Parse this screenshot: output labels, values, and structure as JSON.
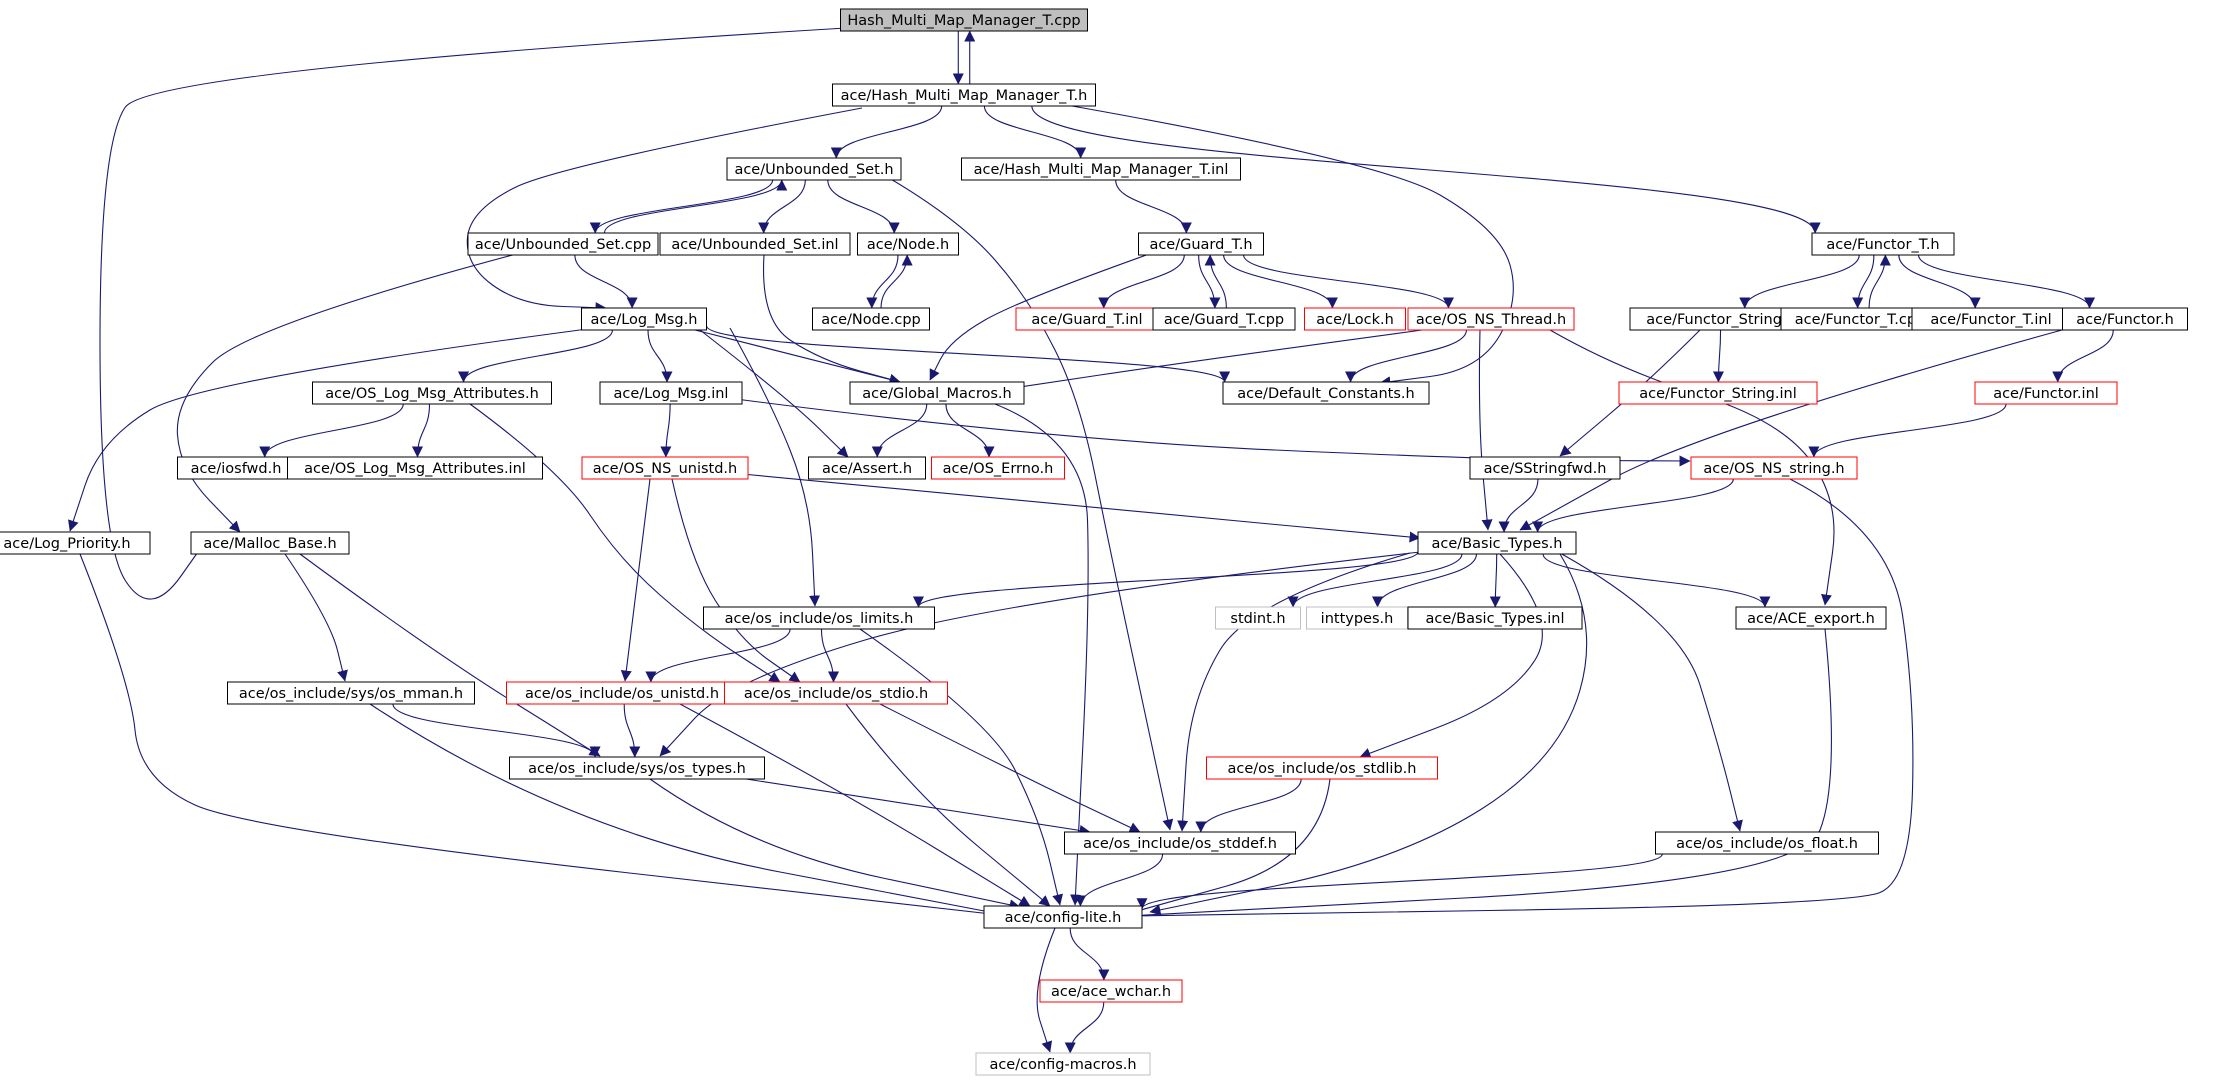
{
  "diagram": {
    "colors": {
      "edge": "#191970",
      "box_default": "#000000",
      "box_truncated": "#ff0000",
      "box_leaf": "#bfbfbf",
      "box_root_fill": "#bfbfbf",
      "background": "#ffffff"
    },
    "nodes": [
      {
        "id": "root",
        "label": "Hash_Multi_Map_Manager_T.cpp",
        "style": "root"
      },
      {
        "id": "hmmmt_h",
        "label": "ace/Hash_Multi_Map_Manager_T.h",
        "style": "default"
      },
      {
        "id": "unbounded_set_h",
        "label": "ace/Unbounded_Set.h",
        "style": "default"
      },
      {
        "id": "hmmmt_inl",
        "label": "ace/Hash_Multi_Map_Manager_T.inl",
        "style": "default"
      },
      {
        "id": "functor_t_h",
        "label": "ace/Functor_T.h",
        "style": "default"
      },
      {
        "id": "unbounded_set_cpp",
        "label": "ace/Unbounded_Set.cpp",
        "style": "default"
      },
      {
        "id": "unbounded_set_inl",
        "label": "ace/Unbounded_Set.inl",
        "style": "default"
      },
      {
        "id": "node_h",
        "label": "ace/Node.h",
        "style": "default"
      },
      {
        "id": "guard_t_h",
        "label": "ace/Guard_T.h",
        "style": "default"
      },
      {
        "id": "node_cpp",
        "label": "ace/Node.cpp",
        "style": "default"
      },
      {
        "id": "log_msg_h",
        "label": "ace/Log_Msg.h",
        "style": "default"
      },
      {
        "id": "guard_t_inl",
        "label": "ace/Guard_T.inl",
        "style": "truncated"
      },
      {
        "id": "guard_t_cpp",
        "label": "ace/Guard_T.cpp",
        "style": "default"
      },
      {
        "id": "lock_h",
        "label": "ace/Lock.h",
        "style": "truncated"
      },
      {
        "id": "os_ns_thread_h",
        "label": "ace/OS_NS_Thread.h",
        "style": "truncated"
      },
      {
        "id": "functor_string_h",
        "label": "ace/Functor_String.h",
        "style": "default"
      },
      {
        "id": "functor_t_cpp",
        "label": "ace/Functor_T.cpp",
        "style": "default"
      },
      {
        "id": "functor_t_inl",
        "label": "ace/Functor_T.inl",
        "style": "default"
      },
      {
        "id": "functor_h",
        "label": "ace/Functor.h",
        "style": "default"
      },
      {
        "id": "os_log_msg_attr_h",
        "label": "ace/OS_Log_Msg_Attributes.h",
        "style": "default"
      },
      {
        "id": "global_macros_h",
        "label": "ace/Global_Macros.h",
        "style": "default"
      },
      {
        "id": "default_constants_h",
        "label": "ace/Default_Constants.h",
        "style": "default"
      },
      {
        "id": "functor_string_inl",
        "label": "ace/Functor_String.inl",
        "style": "truncated"
      },
      {
        "id": "functor_inl",
        "label": "ace/Functor.inl",
        "style": "truncated"
      },
      {
        "id": "log_msg_inl",
        "label": "ace/Log_Msg.inl",
        "style": "default"
      },
      {
        "id": "iosfwd_h",
        "label": "ace/iosfwd.h",
        "style": "default"
      },
      {
        "id": "os_log_msg_attr_inl",
        "label": "ace/OS_Log_Msg_Attributes.inl",
        "style": "default"
      },
      {
        "id": "os_ns_unistd_h",
        "label": "ace/OS_NS_unistd.h",
        "style": "truncated"
      },
      {
        "id": "assert_h",
        "label": "ace/Assert.h",
        "style": "default"
      },
      {
        "id": "os_errno_h",
        "label": "ace/OS_Errno.h",
        "style": "truncated"
      },
      {
        "id": "sstringfwd_h",
        "label": "ace/SStringfwd.h",
        "style": "default"
      },
      {
        "id": "os_ns_string_h",
        "label": "ace/OS_NS_string.h",
        "style": "truncated"
      },
      {
        "id": "log_priority_h",
        "label": "ace/Log_Priority.h",
        "style": "default"
      },
      {
        "id": "malloc_base_h",
        "label": "ace/Malloc_Base.h",
        "style": "default"
      },
      {
        "id": "basic_types_h",
        "label": "ace/Basic_Types.h",
        "style": "default"
      },
      {
        "id": "os_limits_h",
        "label": "ace/os_include/os_limits.h",
        "style": "default"
      },
      {
        "id": "stdint_h",
        "label": "stdint.h",
        "style": "leaf"
      },
      {
        "id": "inttypes_h",
        "label": "inttypes.h",
        "style": "leaf"
      },
      {
        "id": "basic_types_inl",
        "label": "ace/Basic_Types.inl",
        "style": "default"
      },
      {
        "id": "ace_export_h",
        "label": "ace/ACE_export.h",
        "style": "default"
      },
      {
        "id": "os_mman_h",
        "label": "ace/os_include/sys/os_mman.h",
        "style": "default"
      },
      {
        "id": "os_unistd_h",
        "label": "ace/os_include/os_unistd.h",
        "style": "truncated"
      },
      {
        "id": "os_stdio_h",
        "label": "ace/os_include/os_stdio.h",
        "style": "truncated"
      },
      {
        "id": "os_stdlib_h",
        "label": "ace/os_include/os_stdlib.h",
        "style": "truncated"
      },
      {
        "id": "os_types_h",
        "label": "ace/os_include/sys/os_types.h",
        "style": "default"
      },
      {
        "id": "os_stddef_h",
        "label": "ace/os_include/os_stddef.h",
        "style": "default"
      },
      {
        "id": "os_float_h",
        "label": "ace/os_include/os_float.h",
        "style": "default"
      },
      {
        "id": "config_lite_h",
        "label": "ace/config-lite.h",
        "style": "default"
      },
      {
        "id": "ace_wchar_h",
        "label": "ace/ace_wchar.h",
        "style": "truncated"
      },
      {
        "id": "config_macros_h",
        "label": "ace/config-macros.h",
        "style": "leaf"
      }
    ],
    "edges": [
      [
        "root",
        "hmmmt_h"
      ],
      [
        "hmmmt_h",
        "root"
      ],
      [
        "root",
        "malloc_base_h"
      ],
      [
        "hmmmt_h",
        "unbounded_set_h"
      ],
      [
        "hmmmt_h",
        "hmmmt_inl"
      ],
      [
        "hmmmt_h",
        "functor_t_h"
      ],
      [
        "hmmmt_h",
        "log_msg_h"
      ],
      [
        "hmmmt_h",
        "default_constants_h"
      ],
      [
        "unbounded_set_h",
        "unbounded_set_cpp"
      ],
      [
        "unbounded_set_cpp",
        "unbounded_set_h"
      ],
      [
        "unbounded_set_h",
        "unbounded_set_inl"
      ],
      [
        "unbounded_set_h",
        "node_h"
      ],
      [
        "unbounded_set_h",
        "os_stddef_h"
      ],
      [
        "node_h",
        "node_cpp"
      ],
      [
        "node_cpp",
        "node_h"
      ],
      [
        "unbounded_set_cpp",
        "log_msg_h"
      ],
      [
        "unbounded_set_cpp",
        "malloc_base_h"
      ],
      [
        "unbounded_set_inl",
        "global_macros_h"
      ],
      [
        "hmmmt_inl",
        "guard_t_h"
      ],
      [
        "guard_t_h",
        "guard_t_inl"
      ],
      [
        "guard_t_h",
        "guard_t_cpp"
      ],
      [
        "guard_t_cpp",
        "guard_t_h"
      ],
      [
        "guard_t_h",
        "lock_h"
      ],
      [
        "guard_t_h",
        "os_ns_thread_h"
      ],
      [
        "guard_t_h",
        "global_macros_h"
      ],
      [
        "os_ns_thread_h",
        "global_macros_h"
      ],
      [
        "os_ns_thread_h",
        "default_constants_h"
      ],
      [
        "os_ns_thread_h",
        "basic_types_h"
      ],
      [
        "os_ns_thread_h",
        "ace_export_h"
      ],
      [
        "functor_t_h",
        "functor_string_h"
      ],
      [
        "functor_t_h",
        "functor_t_cpp"
      ],
      [
        "functor_t_cpp",
        "functor_t_h"
      ],
      [
        "functor_t_h",
        "functor_t_inl"
      ],
      [
        "functor_t_h",
        "functor_h"
      ],
      [
        "functor_string_h",
        "functor_string_inl"
      ],
      [
        "functor_string_h",
        "sstringfwd_h"
      ],
      [
        "functor_h",
        "functor_inl"
      ],
      [
        "functor_h",
        "basic_types_h"
      ],
      [
        "functor_inl",
        "os_ns_string_h"
      ],
      [
        "log_msg_h",
        "os_log_msg_attr_h"
      ],
      [
        "log_msg_h",
        "global_macros_h"
      ],
      [
        "log_msg_h",
        "default_constants_h"
      ],
      [
        "log_msg_h",
        "log_msg_inl"
      ],
      [
        "log_msg_h",
        "assert_h"
      ],
      [
        "log_msg_h",
        "log_priority_h"
      ],
      [
        "log_msg_h",
        "os_limits_h"
      ],
      [
        "os_log_msg_attr_h",
        "iosfwd_h"
      ],
      [
        "os_log_msg_attr_h",
        "os_log_msg_attr_inl"
      ],
      [
        "os_log_msg_attr_h",
        "os_stdio_h"
      ],
      [
        "global_macros_h",
        "assert_h"
      ],
      [
        "global_macros_h",
        "os_errno_h"
      ],
      [
        "global_macros_h",
        "config_lite_h"
      ],
      [
        "log_msg_inl",
        "os_ns_unistd_h"
      ],
      [
        "log_msg_inl",
        "os_ns_string_h"
      ],
      [
        "os_ns_unistd_h",
        "basic_types_h"
      ],
      [
        "os_ns_unistd_h",
        "os_unistd_h"
      ],
      [
        "os_ns_unistd_h",
        "os_stdio_h"
      ],
      [
        "sstringfwd_h",
        "basic_types_h"
      ],
      [
        "os_ns_string_h",
        "basic_types_h"
      ],
      [
        "os_ns_string_h",
        "config_lite_h"
      ],
      [
        "log_priority_h",
        "config_lite_h"
      ],
      [
        "malloc_base_h",
        "os_mman_h"
      ],
      [
        "malloc_base_h",
        "os_types_h"
      ],
      [
        "basic_types_h",
        "os_limits_h"
      ],
      [
        "basic_types_h",
        "stdint_h"
      ],
      [
        "basic_types_h",
        "inttypes_h"
      ],
      [
        "basic_types_h",
        "basic_types_inl"
      ],
      [
        "basic_types_h",
        "ace_export_h"
      ],
      [
        "basic_types_h",
        "os_types_h"
      ],
      [
        "basic_types_h",
        "os_stddef_h"
      ],
      [
        "basic_types_h",
        "os_stdlib_h"
      ],
      [
        "basic_types_h",
        "os_float_h"
      ],
      [
        "basic_types_h",
        "config_lite_h"
      ],
      [
        "os_limits_h",
        "os_unistd_h"
      ],
      [
        "os_limits_h",
        "os_stdio_h"
      ],
      [
        "os_limits_h",
        "config_lite_h"
      ],
      [
        "os_mman_h",
        "os_types_h"
      ],
      [
        "os_mman_h",
        "config_lite_h"
      ],
      [
        "os_unistd_h",
        "os_types_h"
      ],
      [
        "os_unistd_h",
        "config_lite_h"
      ],
      [
        "os_stdio_h",
        "os_stddef_h"
      ],
      [
        "os_stdio_h",
        "config_lite_h"
      ],
      [
        "os_types_h",
        "os_stddef_h"
      ],
      [
        "os_types_h",
        "config_lite_h"
      ],
      [
        "os_stdlib_h",
        "os_stddef_h"
      ],
      [
        "os_stdlib_h",
        "config_lite_h"
      ],
      [
        "os_stddef_h",
        "config_lite_h"
      ],
      [
        "os_float_h",
        "config_lite_h"
      ],
      [
        "ace_export_h",
        "config_lite_h"
      ],
      [
        "config_lite_h",
        "ace_wchar_h"
      ],
      [
        "config_lite_h",
        "config_macros_h"
      ],
      [
        "ace_wchar_h",
        "config_macros_h"
      ]
    ]
  }
}
